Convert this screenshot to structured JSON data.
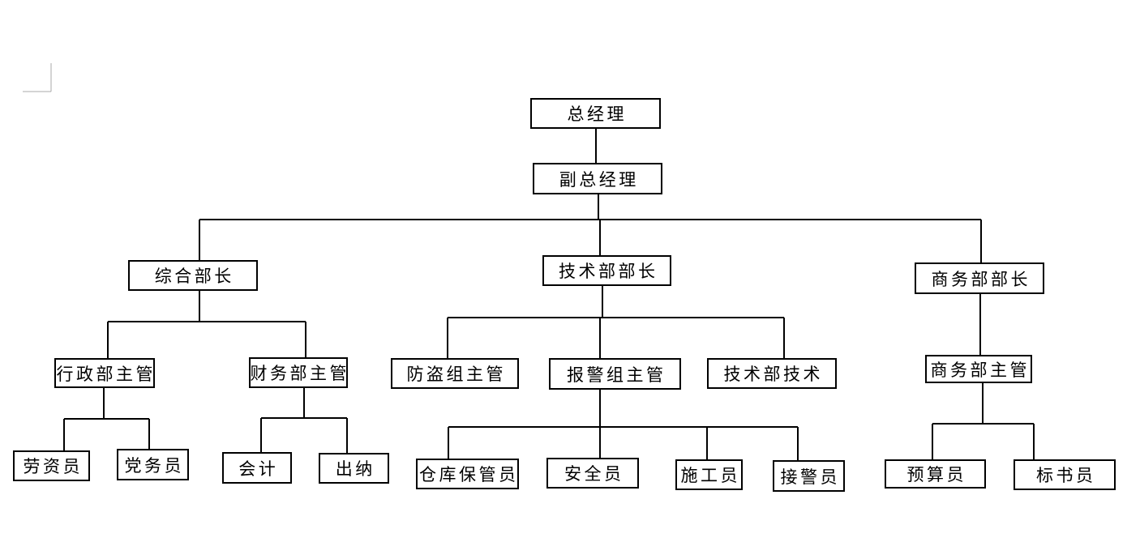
{
  "page": {
    "background_color": "#ffffff",
    "line_color": "#000000",
    "crop_mark_color": "#a8a8a8"
  },
  "nodes": {
    "general_manager": "总经理",
    "deputy_general_manager": "副总经理",
    "general_affairs_minister": "综合部长",
    "technical_dept_minister": "技术部部长",
    "commerce_dept_minister": "商务部部长",
    "admin_dept_supervisor": "行政部主管",
    "finance_dept_supervisor": "财务部主管",
    "anti_theft_group_supervisor": "防盗组主管",
    "alarm_group_supervisor": "报警组主管",
    "technical_dept_technician": "技术部技术",
    "commerce_dept_supervisor": "商务部主管",
    "labor_wage_clerk": "劳资员",
    "party_affairs_clerk": "党务员",
    "accountant": "会计",
    "cashier": "出纳",
    "warehouse_keeper": "仓库保管员",
    "safety_officer": "安全员",
    "construction_worker": "施工员",
    "alarm_receiver": "接警员",
    "budget_clerk": "预算员",
    "bid_document_clerk": "标书员"
  },
  "hierarchy": {
    "总经理": {
      "副总经理": {
        "综合部长": {
          "行政部主管": [
            "劳资员",
            "党务员"
          ],
          "财务部主管": [
            "会计",
            "出纳"
          ]
        },
        "技术部部长": {
          "防盗组主管": [],
          "报警组主管": [
            "仓库保管员",
            "安全员",
            "施工员",
            "接警员"
          ],
          "技术部技术": []
        },
        "商务部部长": {
          "商务部主管": [
            "预算员",
            "标书员"
          ]
        }
      }
    }
  }
}
